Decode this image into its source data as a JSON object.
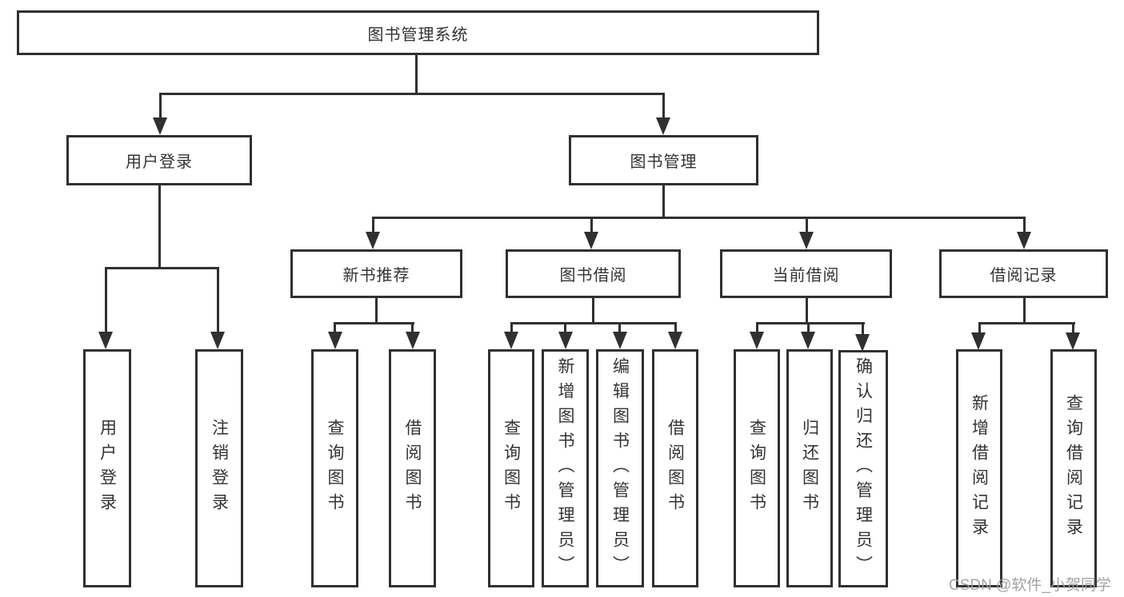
{
  "tree": {
    "label": "图书管理系统",
    "children": [
      {
        "label": "用户登录",
        "children": [
          {
            "label": "用户登录"
          },
          {
            "label": "注销登录"
          }
        ]
      },
      {
        "label": "图书管理",
        "children": [
          {
            "label": "新书推荐",
            "children": [
              {
                "label": "查询图书"
              },
              {
                "label": "借阅图书"
              }
            ]
          },
          {
            "label": "图书借阅",
            "children": [
              {
                "label": "查询图书"
              },
              {
                "label": "新增图书（管理员）"
              },
              {
                "label": "编辑图书（管理员）"
              },
              {
                "label": "借阅图书"
              }
            ]
          },
          {
            "label": "当前借阅",
            "children": [
              {
                "label": "查询图书"
              },
              {
                "label": "归还图书"
              },
              {
                "label": "确认归还（管理员）"
              }
            ]
          },
          {
            "label": "借阅记录",
            "children": [
              {
                "label": "新增借阅记录"
              },
              {
                "label": "查询借阅记录"
              }
            ]
          }
        ]
      }
    ]
  },
  "watermark": "CSDN @软件_小贺同学",
  "colors": {
    "line": "#303030",
    "text": "#333333",
    "watermark": "#9e9ea0",
    "background": "#ffffff"
  }
}
